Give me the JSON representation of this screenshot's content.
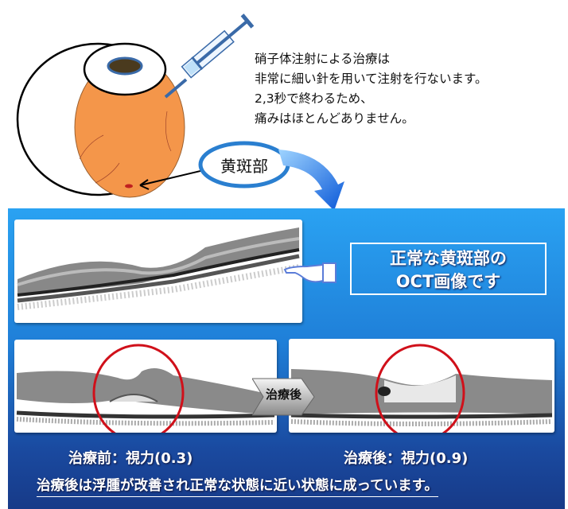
{
  "description_lines": [
    "硝子体注射による治療は",
    "非常に細い針を用いて注射を行ないます。",
    "2,3秒で終わるため、",
    "痛みはほとんどありません。"
  ],
  "callout_label": "黄斑部",
  "normal_oct_label": [
    "正常な黄斑部の",
    "OCT画像です"
  ],
  "transition_label": "治療後",
  "before_caption": "治療前：視力(0.3)",
  "after_caption": "治療後：視力(0.9)",
  "summary": "治療後は浮腫が改善され正常な状態に近い状態に成っています。",
  "colors": {
    "panel_top": "#2aa2f2",
    "panel_bottom": "#173a88",
    "retina": "#f4964a",
    "callout_ring": "#2a7fd0",
    "circle_highlight": "#d0101a"
  }
}
